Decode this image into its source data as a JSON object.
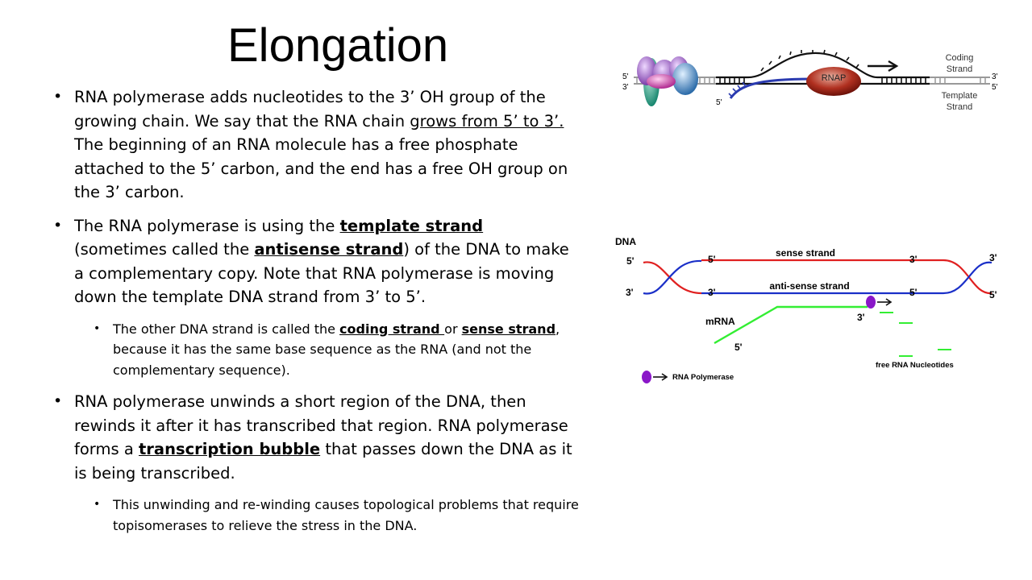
{
  "slide": {
    "title": "Elongation",
    "bullet1": {
      "p1": "RNA polymerase adds nucleotides to the 3’ OH group of the growing chain.  We say that the RNA chain ",
      "u1": "grows from 5’ to 3’.",
      "p2": "  The beginning of an RNA molecule has a free phosphate attached to the 5’ carbon, and the end has a free OH group on the 3’ carbon."
    },
    "bullet2": {
      "p1": "The RNA polymerase is using the ",
      "b1": "template strand",
      "p2": " (sometimes called the ",
      "b2": "antisense strand",
      "p3": ") of the DNA to make a complementary copy.  Note that RNA polymerase is moving down the template DNA strand from 3’ to 5’.",
      "sub": {
        "p1": "The other DNA strand is called the ",
        "b1": "coding strand ",
        "p2": "or ",
        "b2": "sense strand",
        "p3": ", because it has the same base sequence as the RNA (and not the complementary sequence)."
      }
    },
    "bullet3": {
      "p1": "RNA polymerase unwinds a short region of the DNA, then rewinds it after it has transcribed that region.  RNA polymerase forms a ",
      "b1": "transcription bubble",
      "p2": " that passes down the DNA as it is being transcribed.",
      "sub": "This unwinding and re-winding causes topological problems that require topisomerases to relieve the stress in the DNA."
    }
  },
  "diagram1": {
    "left_top": "5'",
    "left_bottom": "3'",
    "rna_end": "5'",
    "enzyme": "RNAP",
    "right_top": "3'",
    "right_bottom": "5'",
    "coding_1": "Coding",
    "coding_2": "Strand",
    "template_1": "Template",
    "template_2": "Strand"
  },
  "diagram2": {
    "dna": "DNA",
    "left_top": "5'",
    "left_bottom": "3'",
    "inner_left_top": "5'",
    "inner_left_bottom": "3'",
    "sense": "sense strand",
    "antisense": "anti-sense strand",
    "inner_right_top": "3'",
    "inner_right_bottom": "5'",
    "right_top": "3'",
    "right_bottom": "5'",
    "mrna": "mRNA",
    "mrna_3": "3'",
    "mrna_5": "5'",
    "legend_pol": "RNA Polymerase",
    "legend_nuc": "free RNA Nucleotides",
    "colors": {
      "sense": "#e02020",
      "antisense": "#1a2fc8",
      "mrna": "#33ee33",
      "polymerase": "#8a17c8"
    }
  }
}
